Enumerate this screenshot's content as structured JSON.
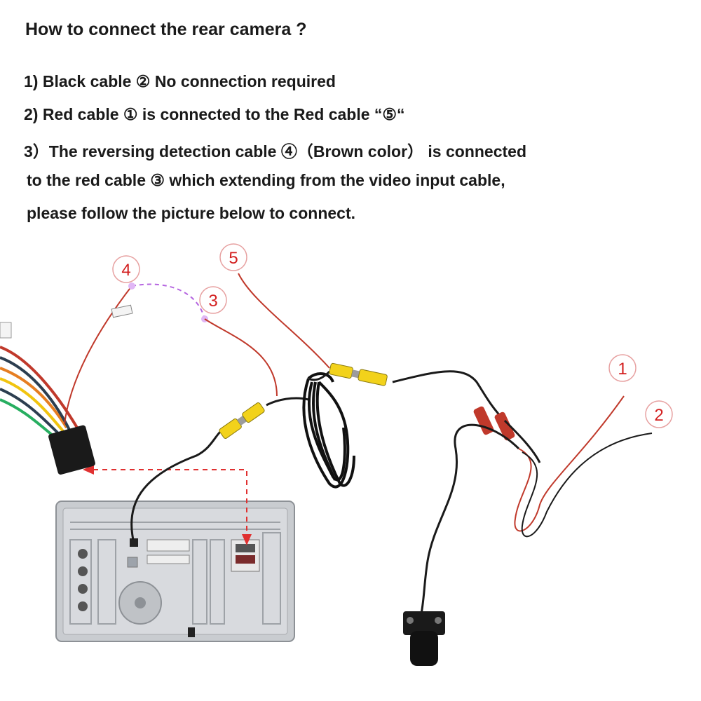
{
  "title": "How to connect the rear camera ?",
  "steps": [
    "1) Black cable ② No connection required",
    "2) Red  cable ① is connected to the Red  cable “⑤“",
    "3）The reversing detection cable ④（Brown color） is connected",
    "to the red cable ③ which extending from the video input cable,",
    "please follow the picture below to connect."
  ],
  "callouts": {
    "c1": "1",
    "c2": "2",
    "c3": "3",
    "c4": "4",
    "c5": "5"
  },
  "colors": {
    "callout_red": "#d32020",
    "wire_red": "#c0392b",
    "wire_black": "#1a1a1a",
    "rca_yellow": "#f2d21b",
    "dashed_purple": "#b565e0",
    "dashed_arrow_red": "#e03030",
    "panel_gray": "#c9ccd0"
  },
  "icons": {
    "head_unit": "car-stereo-back-panel",
    "camera": "rear-camera-icon",
    "harness": "wire-harness-connector",
    "rca": "rca-connector"
  }
}
